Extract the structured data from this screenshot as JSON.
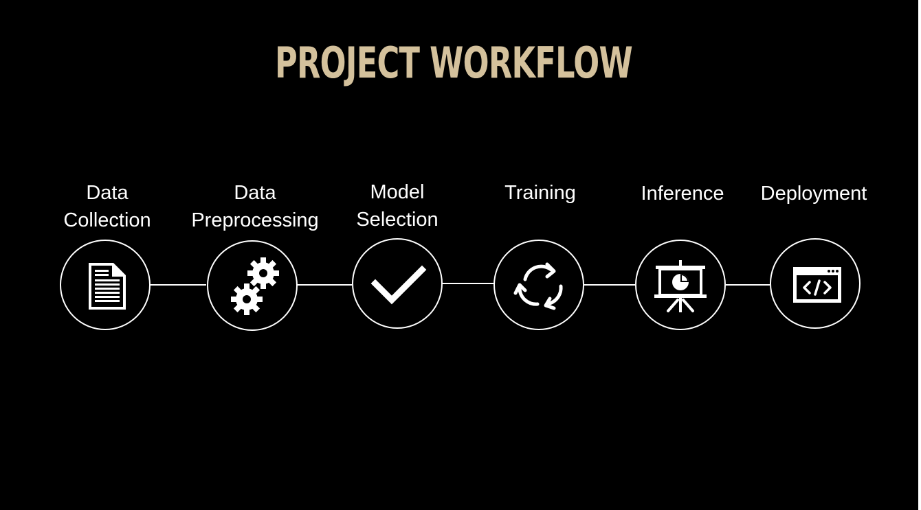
{
  "title": "PROJECT WORKFLOW",
  "colors": {
    "background": "#000000",
    "title": "#d4c19c",
    "foreground": "#ffffff"
  },
  "steps": [
    {
      "line1": "Data",
      "line2": "Collection",
      "icon": "document-icon"
    },
    {
      "line1": "Data",
      "line2": "Preprocessing",
      "icon": "gears-icon"
    },
    {
      "line1": "Model",
      "line2": "Selection",
      "icon": "checkmark-icon"
    },
    {
      "line1": "",
      "line2": "Training",
      "icon": "refresh-cycle-icon"
    },
    {
      "line1": "",
      "line2": "Inference",
      "icon": "presentation-board-icon"
    },
    {
      "line1": "",
      "line2": "Deployment",
      "icon": "code-window-icon"
    }
  ]
}
